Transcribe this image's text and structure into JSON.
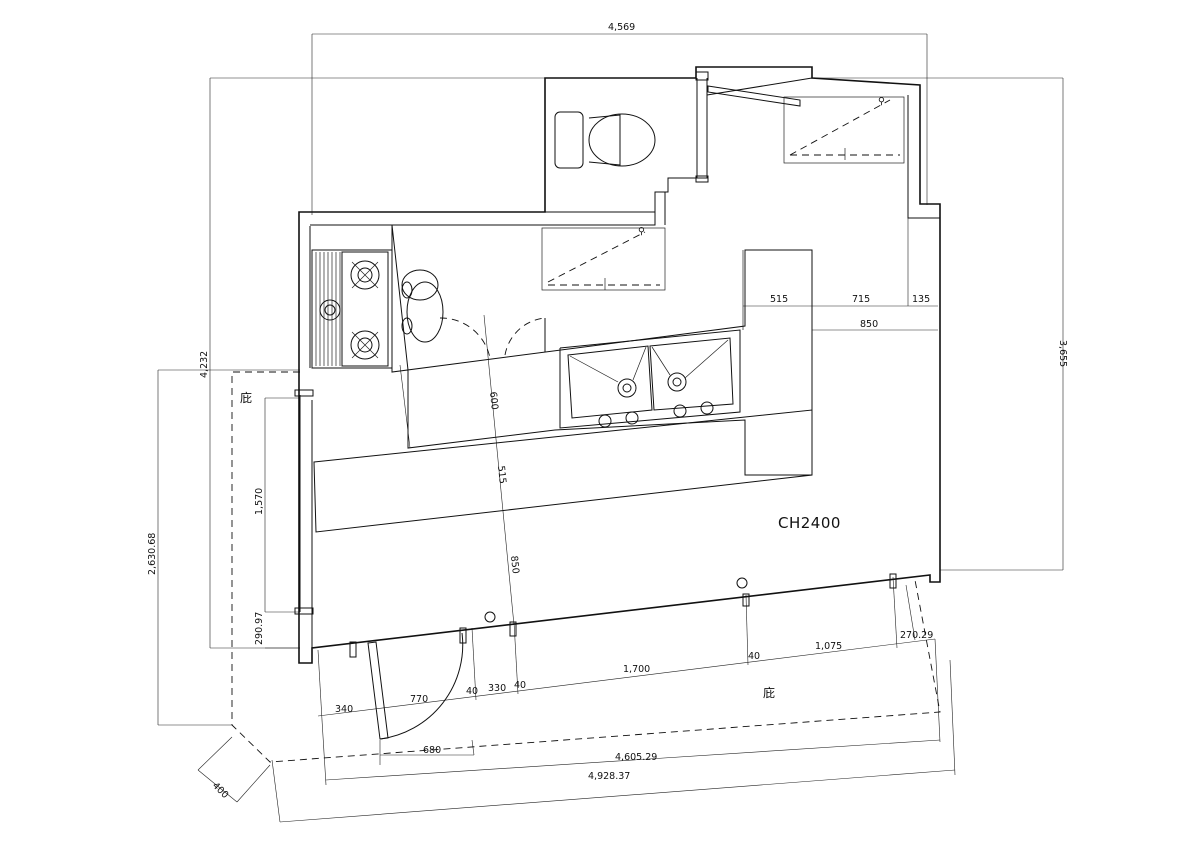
{
  "ceiling_height": "CH2400",
  "eaves_label": "庇",
  "dimensions": {
    "overall_width": "4,569",
    "overall_height_left": "4,232",
    "overall_height_right": "3,655",
    "left_total": "2,630.68",
    "left_opening": "1,570",
    "left_bottom": "290.97",
    "counter_515": "515",
    "counter_715": "715",
    "counter_135": "135",
    "counter_850": "850",
    "diag_600": "600",
    "diag_515": "515",
    "diag_850": "850",
    "front_340": "340",
    "front_770": "770",
    "front_40a": "40",
    "front_330": "330",
    "front_40b": "40",
    "front_1700": "1,700",
    "front_40c": "40",
    "front_1075": "1,075",
    "front_27029": "270.29",
    "door_680": "680",
    "corner_400": "400",
    "bottom_460529": "4,605.29",
    "bottom_492837": "4,928.37"
  }
}
